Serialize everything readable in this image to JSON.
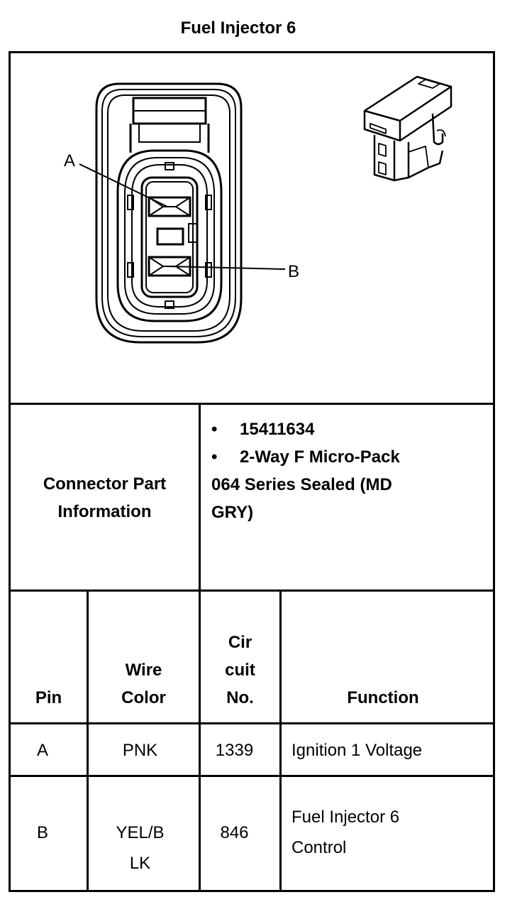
{
  "title": "Fuel Injector 6",
  "diagram": {
    "pin_a_label": "A",
    "pin_b_label": "B"
  },
  "connector": {
    "label_line1": "Connector Part",
    "label_line2": "Information",
    "bullets": [
      "15411634",
      "2-Way F Micro-Pack"
    ],
    "continuation_line1": "064 Series Sealed (MD",
    "continuation_line2": "GRY)",
    "bullet_glyph": "•"
  },
  "table": {
    "headers": {
      "pin": "Pin",
      "wire_color_line1": "Wire",
      "wire_color_line2": "Color",
      "circuit_line1": "Cir",
      "circuit_line2": "cuit",
      "circuit_line3": "No.",
      "function": "Function"
    },
    "rows": [
      {
        "pin": "A",
        "wire_line1": "PNK",
        "wire_line2": "",
        "circuit": "1339",
        "function_line1": "Ignition 1 Voltage",
        "function_line2": ""
      },
      {
        "pin": "B",
        "wire_line1": "YEL/B",
        "wire_line2": "LK",
        "circuit": "846",
        "function_line1": "Fuel Injector 6",
        "function_line2": "Control"
      }
    ]
  }
}
